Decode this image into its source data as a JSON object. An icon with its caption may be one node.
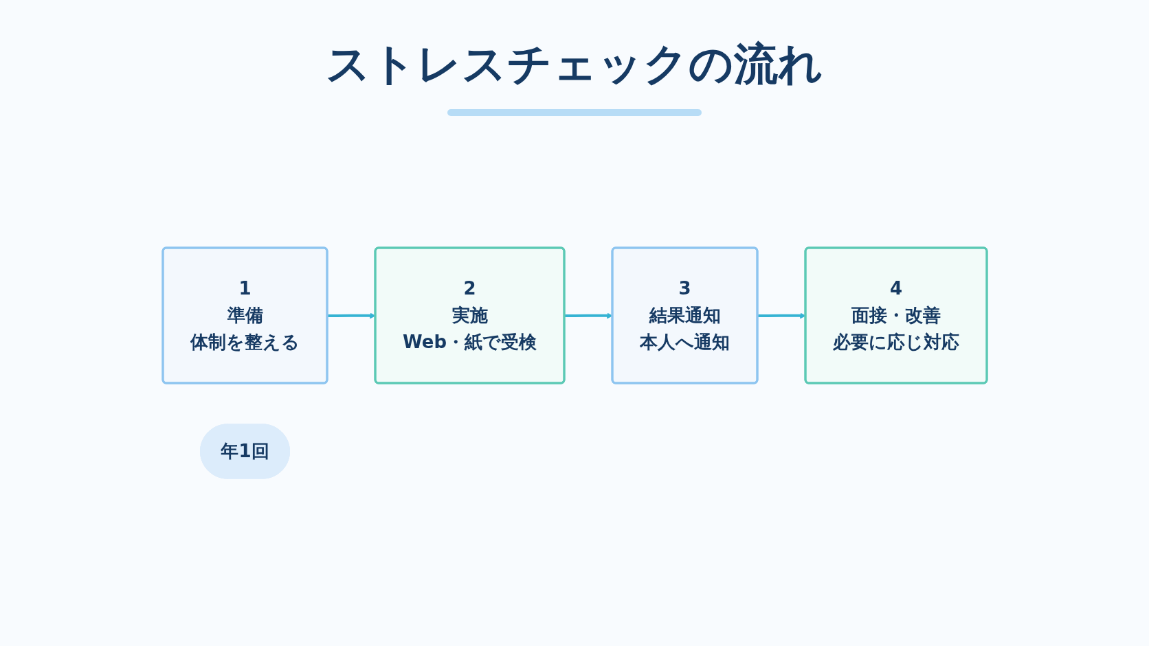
{
  "diagram": {
    "title": "ストレスチェックの流れ",
    "nodes": [
      {
        "text": [
          "1",
          "準備",
          "体制を整える"
        ]
      },
      {
        "text": [
          "2",
          "実施",
          "Web・紙で受検"
        ]
      },
      {
        "text": [
          "3",
          "結果通知",
          "本人へ通知"
        ]
      },
      {
        "text": [
          "4",
          "面接・改善",
          "必要に応じ対応"
        ]
      },
      {
        "text": [
          "年1回"
        ]
      }
    ],
    "edges": [
      {
        "from": 0,
        "to": 1,
        "arrow": "to"
      },
      {
        "from": 1,
        "to": 2,
        "arrow": "to"
      },
      {
        "from": 2,
        "to": 3,
        "arrow": "to"
      }
    ]
  }
}
